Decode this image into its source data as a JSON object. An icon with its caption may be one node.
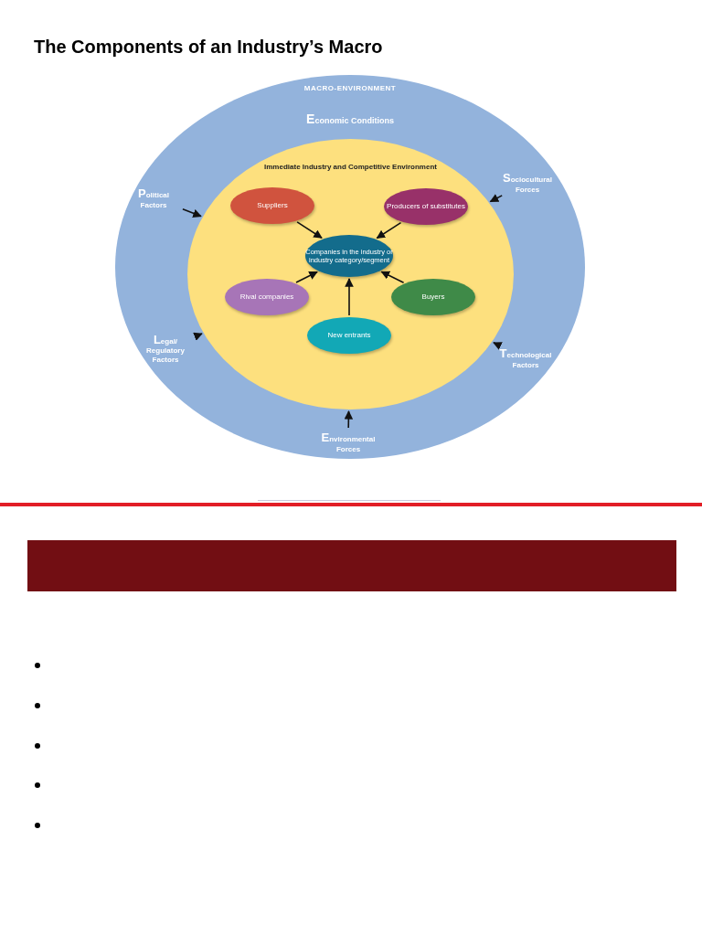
{
  "diagram": {
    "title": "The Components of an Industry’s Macro",
    "nodes": [
      {
        "text": [
          "MACRO-ENVIRONMENT",
          "Economic Conditions"
        ]
      },
      {
        "text": [
          "Immediate Industry and Competitive Environment"
        ],
        "in": 0
      },
      {
        "text": [
          "Suppliers"
        ],
        "in": 1
      },
      {
        "text": [
          "Producers of substitutes"
        ],
        "in": 1
      },
      {
        "text": [
          "Companies in the industry or industry category/segment"
        ],
        "in": 1
      },
      {
        "text": [
          "Rival companies"
        ],
        "in": 1
      },
      {
        "text": [
          "Buyers"
        ],
        "in": 1
      },
      {
        "text": [
          "New entrants"
        ],
        "in": 1
      },
      {
        "text": [
          "Political Factors"
        ],
        "in": 0
      },
      {
        "text": [
          "Sociocultural Forces"
        ],
        "in": 0
      },
      {
        "text": [
          "Legal/ Regulatory Factors"
        ],
        "in": 0
      },
      {
        "text": [
          "Technological Factors"
        ],
        "in": 0
      },
      {
        "text": [
          "Environmental Forces"
        ],
        "in": 0
      }
    ],
    "edges": [
      {
        "from": 2,
        "to": 4,
        "arrow": "to"
      },
      {
        "from": 3,
        "to": 4,
        "arrow": "to"
      },
      {
        "from": 5,
        "to": 4,
        "arrow": "to"
      },
      {
        "from": 6,
        "to": 4,
        "arrow": "to"
      },
      {
        "from": 7,
        "to": 4,
        "arrow": "to"
      },
      {
        "from": 8,
        "to": 1,
        "arrow": "to"
      },
      {
        "from": 9,
        "to": 1,
        "arrow": "to"
      },
      {
        "from": 10,
        "to": 1,
        "arrow": "to"
      },
      {
        "from": 11,
        "to": 1,
        "arrow": "to"
      },
      {
        "from": 12,
        "to": 1,
        "arrow": "to"
      }
    ]
  }
}
